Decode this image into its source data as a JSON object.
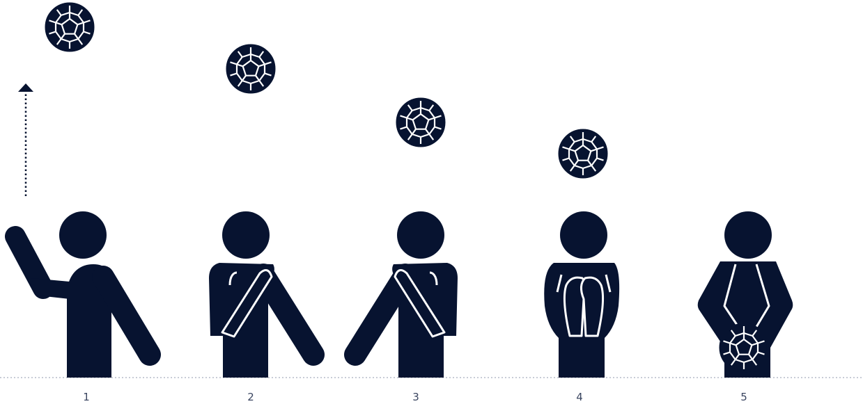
{
  "colors": {
    "figure": "#071330",
    "ground": "#c8ccd6",
    "label": "#3a4560",
    "background": "#ffffff"
  },
  "steps": [
    {
      "label": "1",
      "pose": "throwing-arm-raised",
      "ball": "in-air",
      "arrow": "up"
    },
    {
      "label": "2",
      "pose": "left-arm-across-chest",
      "ball": "in-air"
    },
    {
      "label": "3",
      "pose": "right-arm-across-chest",
      "ball": "in-air"
    },
    {
      "label": "4",
      "pose": "hands-together-at-chest",
      "ball": "in-air"
    },
    {
      "label": "5",
      "pose": "holding-ball-low",
      "ball": "in-hands"
    }
  ],
  "icons": [
    "person-icon",
    "ball-icon",
    "up-arrow-icon"
  ]
}
